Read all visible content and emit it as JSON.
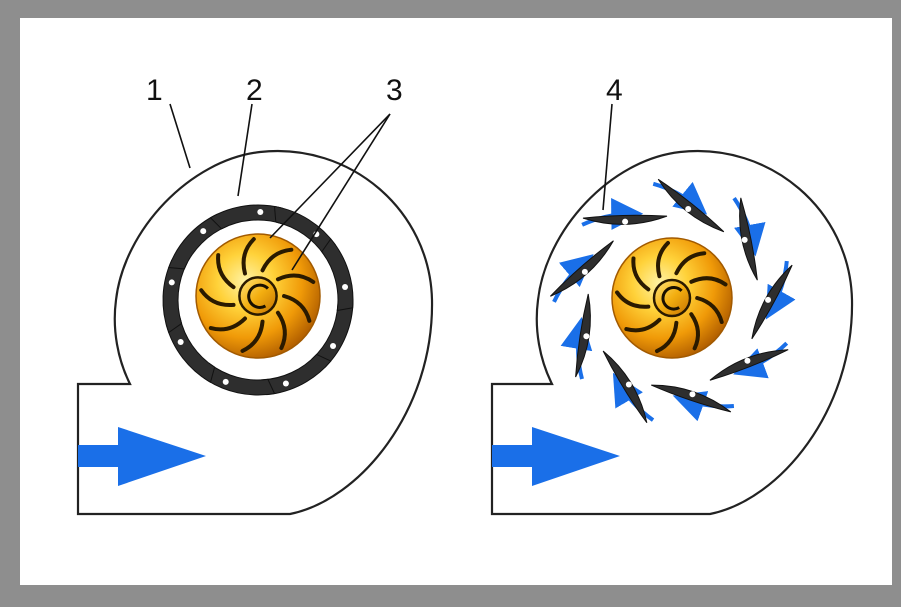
{
  "labels": [
    "1",
    "2",
    "3",
    "4"
  ],
  "colors": {
    "frame": "#8e8e8e",
    "background": "#ffffff",
    "outline": "#222222",
    "blade": "#2e2e2e",
    "impeller_light": "#ffe27a",
    "impeller_mid": "#f2a90c",
    "impeller_dark": "#b86a00",
    "flow_arrow": "#1a6fe8"
  },
  "icons": [
    "centrifugal-fan-housing-icon",
    "impeller-icon",
    "guide-vane-icon",
    "flow-arrow-icon"
  ]
}
